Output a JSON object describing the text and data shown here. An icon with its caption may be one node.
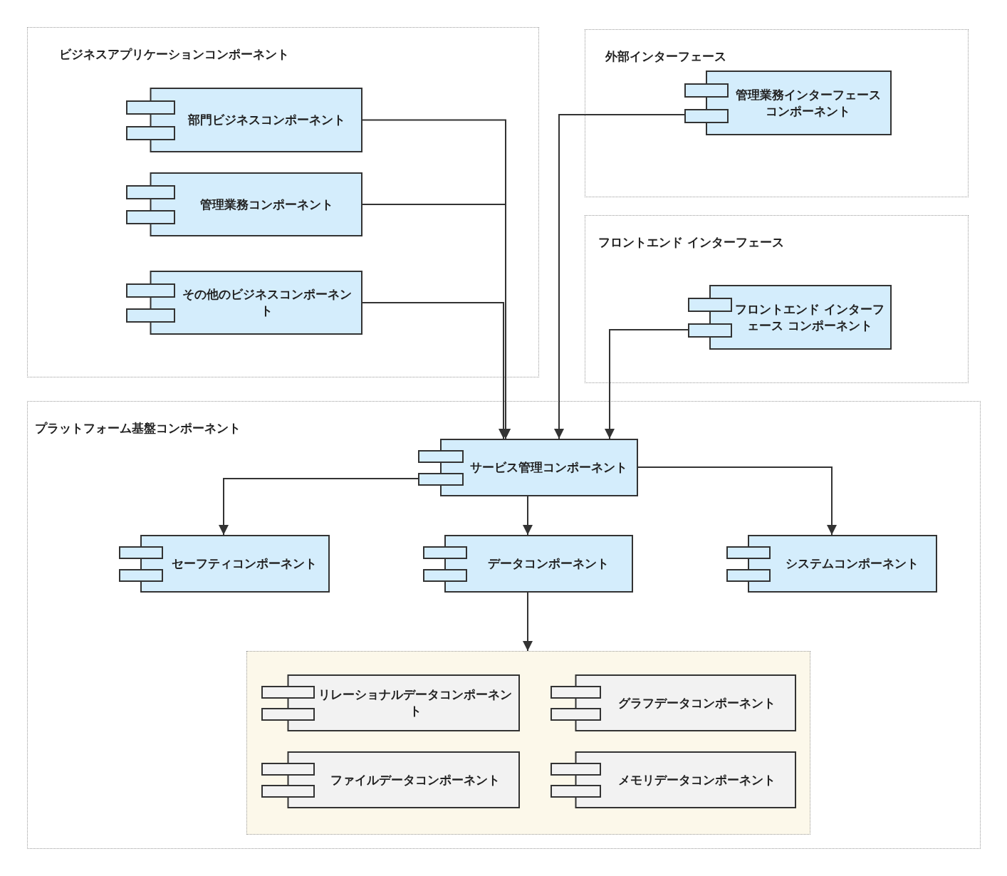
{
  "diagram": {
    "nodes": [
      {
        "text": [
          "ビジネスアプリケーションコンポーネント"
        ]
      },
      {
        "text": [
          "部門ビジネスコンポーネント"
        ],
        "in": 0
      },
      {
        "text": [
          "管理業務コンポーネント"
        ],
        "in": 0
      },
      {
        "text": [
          "その他のビジネスコンポーネント"
        ],
        "in": 0
      },
      {
        "text": [
          "外部インターフェース"
        ]
      },
      {
        "text": [
          "管理業務インターフェースコンポーネント"
        ],
        "in": 4
      },
      {
        "text": [
          "フロントエンド インターフェース"
        ]
      },
      {
        "text": [
          "フロントエンド インターフェース コンポーネント"
        ],
        "in": 6
      },
      {
        "text": [
          "プラットフォーム基盤コンポーネント"
        ]
      },
      {
        "text": [
          "サービス管理コンポーネント"
        ],
        "in": 8
      },
      {
        "text": [
          "セーフティコンポーネント"
        ],
        "in": 8
      },
      {
        "text": [
          "データコンポーネント"
        ],
        "in": 8
      },
      {
        "text": [
          "システムコンポーネント"
        ],
        "in": 8
      },
      {
        "text": [],
        "shape": "box",
        "in": 8
      },
      {
        "text": [
          "リレーショナルデータコンポーネント"
        ],
        "in": 13
      },
      {
        "text": [
          "グラフデータコンポーネント"
        ],
        "in": 13
      },
      {
        "text": [
          "ファイルデータコンポーネント"
        ],
        "in": 13
      },
      {
        "text": [
          "メモリデータコンポーネント"
        ],
        "in": 13
      }
    ],
    "edges": [
      {
        "from": 1,
        "to": 9,
        "arrow": "to"
      },
      {
        "from": 2,
        "to": 9,
        "arrow": "to"
      },
      {
        "from": 3,
        "to": 9,
        "arrow": "to"
      },
      {
        "from": 5,
        "to": 9,
        "arrow": "to"
      },
      {
        "from": 7,
        "to": 9,
        "arrow": "to"
      },
      {
        "from": 9,
        "to": 10,
        "arrow": "to"
      },
      {
        "from": 9,
        "to": 11,
        "arrow": "to"
      },
      {
        "from": 9,
        "to": 12,
        "arrow": "to"
      },
      {
        "from": 11,
        "to": 13,
        "arrow": "to"
      }
    ]
  }
}
